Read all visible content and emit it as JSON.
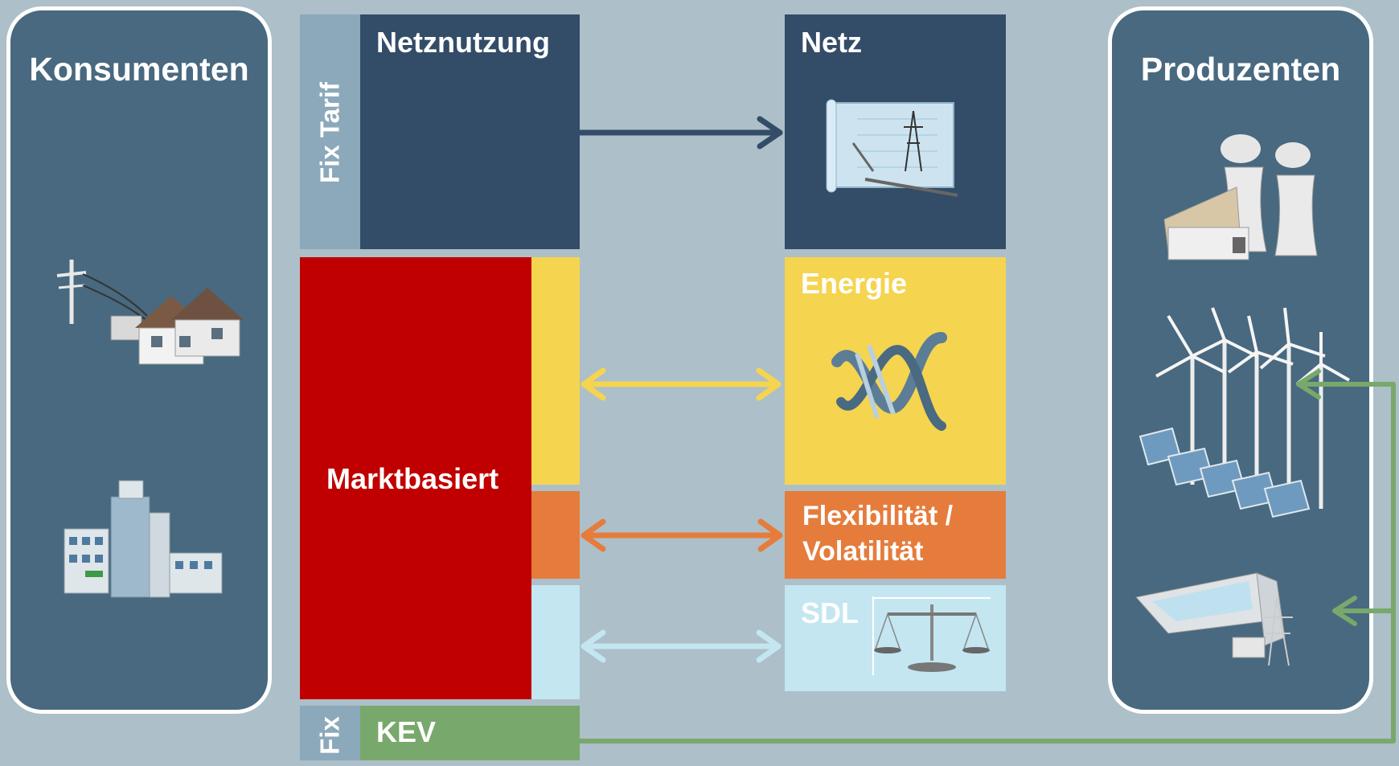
{
  "consumers": {
    "title": "Konsumenten",
    "icons": [
      "houses-icon",
      "office-building-icon"
    ]
  },
  "producers": {
    "title": "Produzenten",
    "icons": [
      "power-plant-icon",
      "wind-solar-icon",
      "hydro-dam-icon"
    ]
  },
  "left_column": {
    "fix_tarif": "Fix Tarif",
    "netznutzung": "Netznutzung",
    "marktbasiert": "Marktbasiert",
    "fix": "Fix",
    "kev": "KEV"
  },
  "right_column": {
    "netz": "Netz",
    "energie": "Energie",
    "flexibilitaet_line1": "Flexibilität /",
    "flexibilitaet_line2": "Volatilität",
    "sdl": "SDL"
  },
  "colors": {
    "background": "#adbfc8",
    "panel": "#48697f",
    "dark_navy": "#334c68",
    "fix_tarif": "#8ba9ba",
    "red": "#c00000",
    "yellow": "#f5d44f",
    "orange": "#e57c3c",
    "light_blue": "#c3e6f1",
    "green": "#78a86b"
  }
}
